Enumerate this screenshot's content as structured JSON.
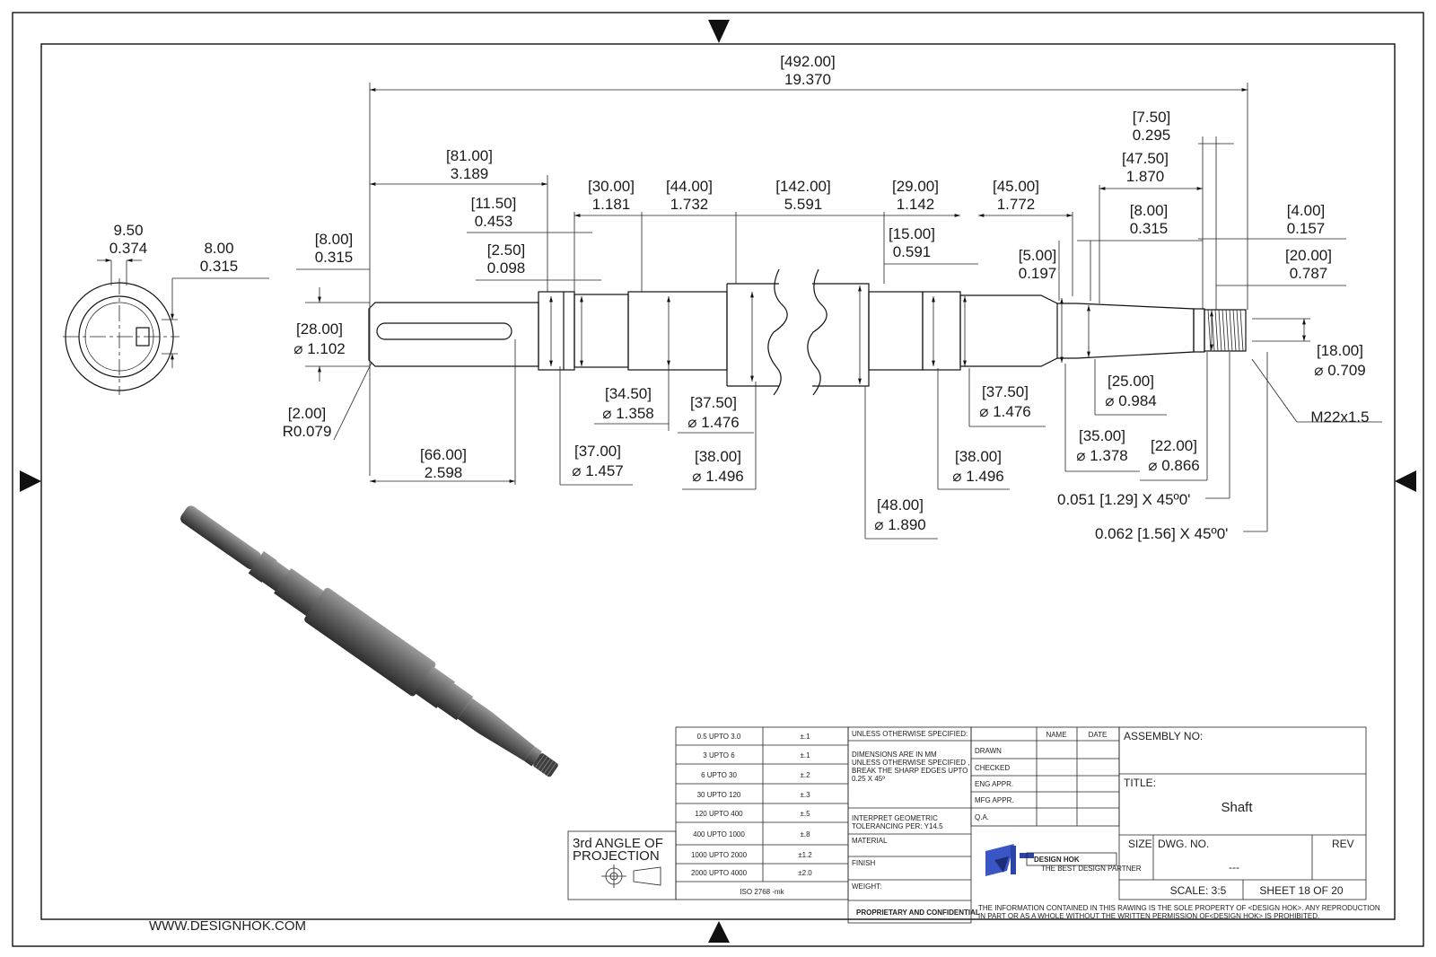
{
  "website": "WWW.DESIGNHOK.COM",
  "dimensions": {
    "overall": [
      "492.00",
      "19.370"
    ],
    "d81": [
      "81.00",
      "3.189"
    ],
    "d11": [
      "11.50",
      "0.453"
    ],
    "d2_5": [
      "2.50",
      "0.098"
    ],
    "d30": [
      "30.00",
      "1.181"
    ],
    "d44": [
      "44.00",
      "1.732"
    ],
    "d142": [
      "142.00",
      "5.591"
    ],
    "d29": [
      "29.00",
      "1.142"
    ],
    "d15": [
      "15.00",
      "0.591"
    ],
    "d45": [
      "45.00",
      "1.772"
    ],
    "d5": [
      "5.00",
      "0.197"
    ],
    "d7_5": [
      "7.50",
      "0.295"
    ],
    "d47_5": [
      "47.50",
      "1.870"
    ],
    "d8b": [
      "8.00",
      "0.315"
    ],
    "d4": [
      "4.00",
      "0.157"
    ],
    "d20": [
      "20.00",
      "0.787"
    ],
    "d8a": [
      "8.00",
      "0.315"
    ],
    "key_w": [
      "9.50",
      "0.374"
    ],
    "key_d": [
      "8.00",
      "0.315"
    ],
    "dia28": [
      "28.00",
      "1.102"
    ],
    "r2": [
      "2.00",
      "R0.079"
    ],
    "d66": [
      "66.00",
      "2.598"
    ],
    "dia34_5": [
      "34.50",
      "1.358"
    ],
    "dia37_5a": [
      "37.50",
      "1.476"
    ],
    "dia37": [
      "37.00",
      "1.457"
    ],
    "dia38a": [
      "38.00",
      "1.496"
    ],
    "dia48": [
      "48.00",
      "1.890"
    ],
    "dia38b": [
      "38.00",
      "1.496"
    ],
    "dia37_5b": [
      "37.50",
      "1.476"
    ],
    "dia25": [
      "25.00",
      "0.984"
    ],
    "dia35": [
      "35.00",
      "1.378"
    ],
    "dia22": [
      "22.00",
      "0.866"
    ],
    "dia18": [
      "18.00",
      "0.709"
    ],
    "thread": "M22x1.5",
    "chamfer1": [
      "0.051",
      "1.29",
      "X 45º0'"
    ],
    "chamfer2": [
      "0.062",
      "1.56",
      "X 45º0'"
    ]
  },
  "tolerance_table": [
    [
      "0.5 UPTO 3.0",
      "±.1"
    ],
    [
      "3 UPTO 6",
      "±.1"
    ],
    [
      "6 UPTO 30",
      "±.2"
    ],
    [
      "30 UPTO 120",
      "±.3"
    ],
    [
      "120 UPTO 400",
      "±.5"
    ],
    [
      "400 UPTO 1000",
      "±.8"
    ],
    [
      "1000 UPTO 2000",
      "±1.2"
    ],
    [
      "2000 UPTO 4000",
      "±2.0"
    ]
  ],
  "tolerance_footer": "ISO 2768 -mk",
  "projection": [
    "3rd ANGLE OF",
    "PROJECTION"
  ],
  "notes": {
    "header": "UNLESS OTHERWISE SPECIFIED:",
    "body": [
      "DIMENSIONS ARE IN MM",
      "UNLESS OTHERWISE SPECIFIED ,",
      "BREAK THE SHARP EDGES UPTO",
      "0.25 X 45º"
    ],
    "geo": [
      "INTERPRET GEOMETRIC",
      "TOLERANCING PER: Y14.5"
    ],
    "material": "MATERIAL",
    "finish": "FINISH",
    "weight": "WEIGHT:",
    "proprietary": "PROPRIETARY AND CONFIDENTIAL"
  },
  "approvals": {
    "name_col": "NAME",
    "date_col": "DATE",
    "rows": [
      "DRAWN",
      "CHECKED",
      "ENG APPR.",
      "MFG APPR.",
      "Q.A."
    ]
  },
  "title_block": {
    "assembly_label": "ASSEMBLY NO:",
    "title_label": "TITLE:",
    "title": "Shaft",
    "size_label": "SIZE",
    "dwg_label": "DWG.  NO.",
    "dwg_value": "---",
    "rev_label": "REV",
    "scale": "SCALE: 3:5",
    "sheet": "SHEET 18 OF 20",
    "logo_text": "DESIGN HOK",
    "logo_tagline": "THE BEST DESIGN PARTNER",
    "disclaimer": [
      "THE INFORMATION CONTAINED IN THIS RAWING IS THE SOLE PROPERTY OF <DESIGN HOK>.  ANY REPRODUCTION",
      "IN PART OR AS A WHOLE WITHOUT THE WRITTEN PERMISSION OF<DESIGN HOK> IS PROHIBITED."
    ]
  }
}
